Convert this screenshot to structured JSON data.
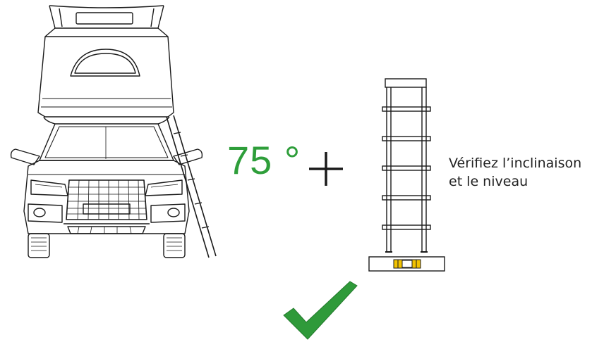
{
  "angle_label": "75 °",
  "instruction": {
    "line1": "Vérifiez l’inclinaison",
    "line2": "et le niveau"
  },
  "colors": {
    "accent_green": "#2e9e3a",
    "check_green": "#2f9a3a",
    "level_yellow": "#f2c200",
    "line": "#1a1a1a"
  },
  "icons": [
    "car-with-roof-tent-illustration",
    "plus-icon",
    "ladder-icon",
    "spirit-level-icon",
    "checkmark-icon"
  ]
}
